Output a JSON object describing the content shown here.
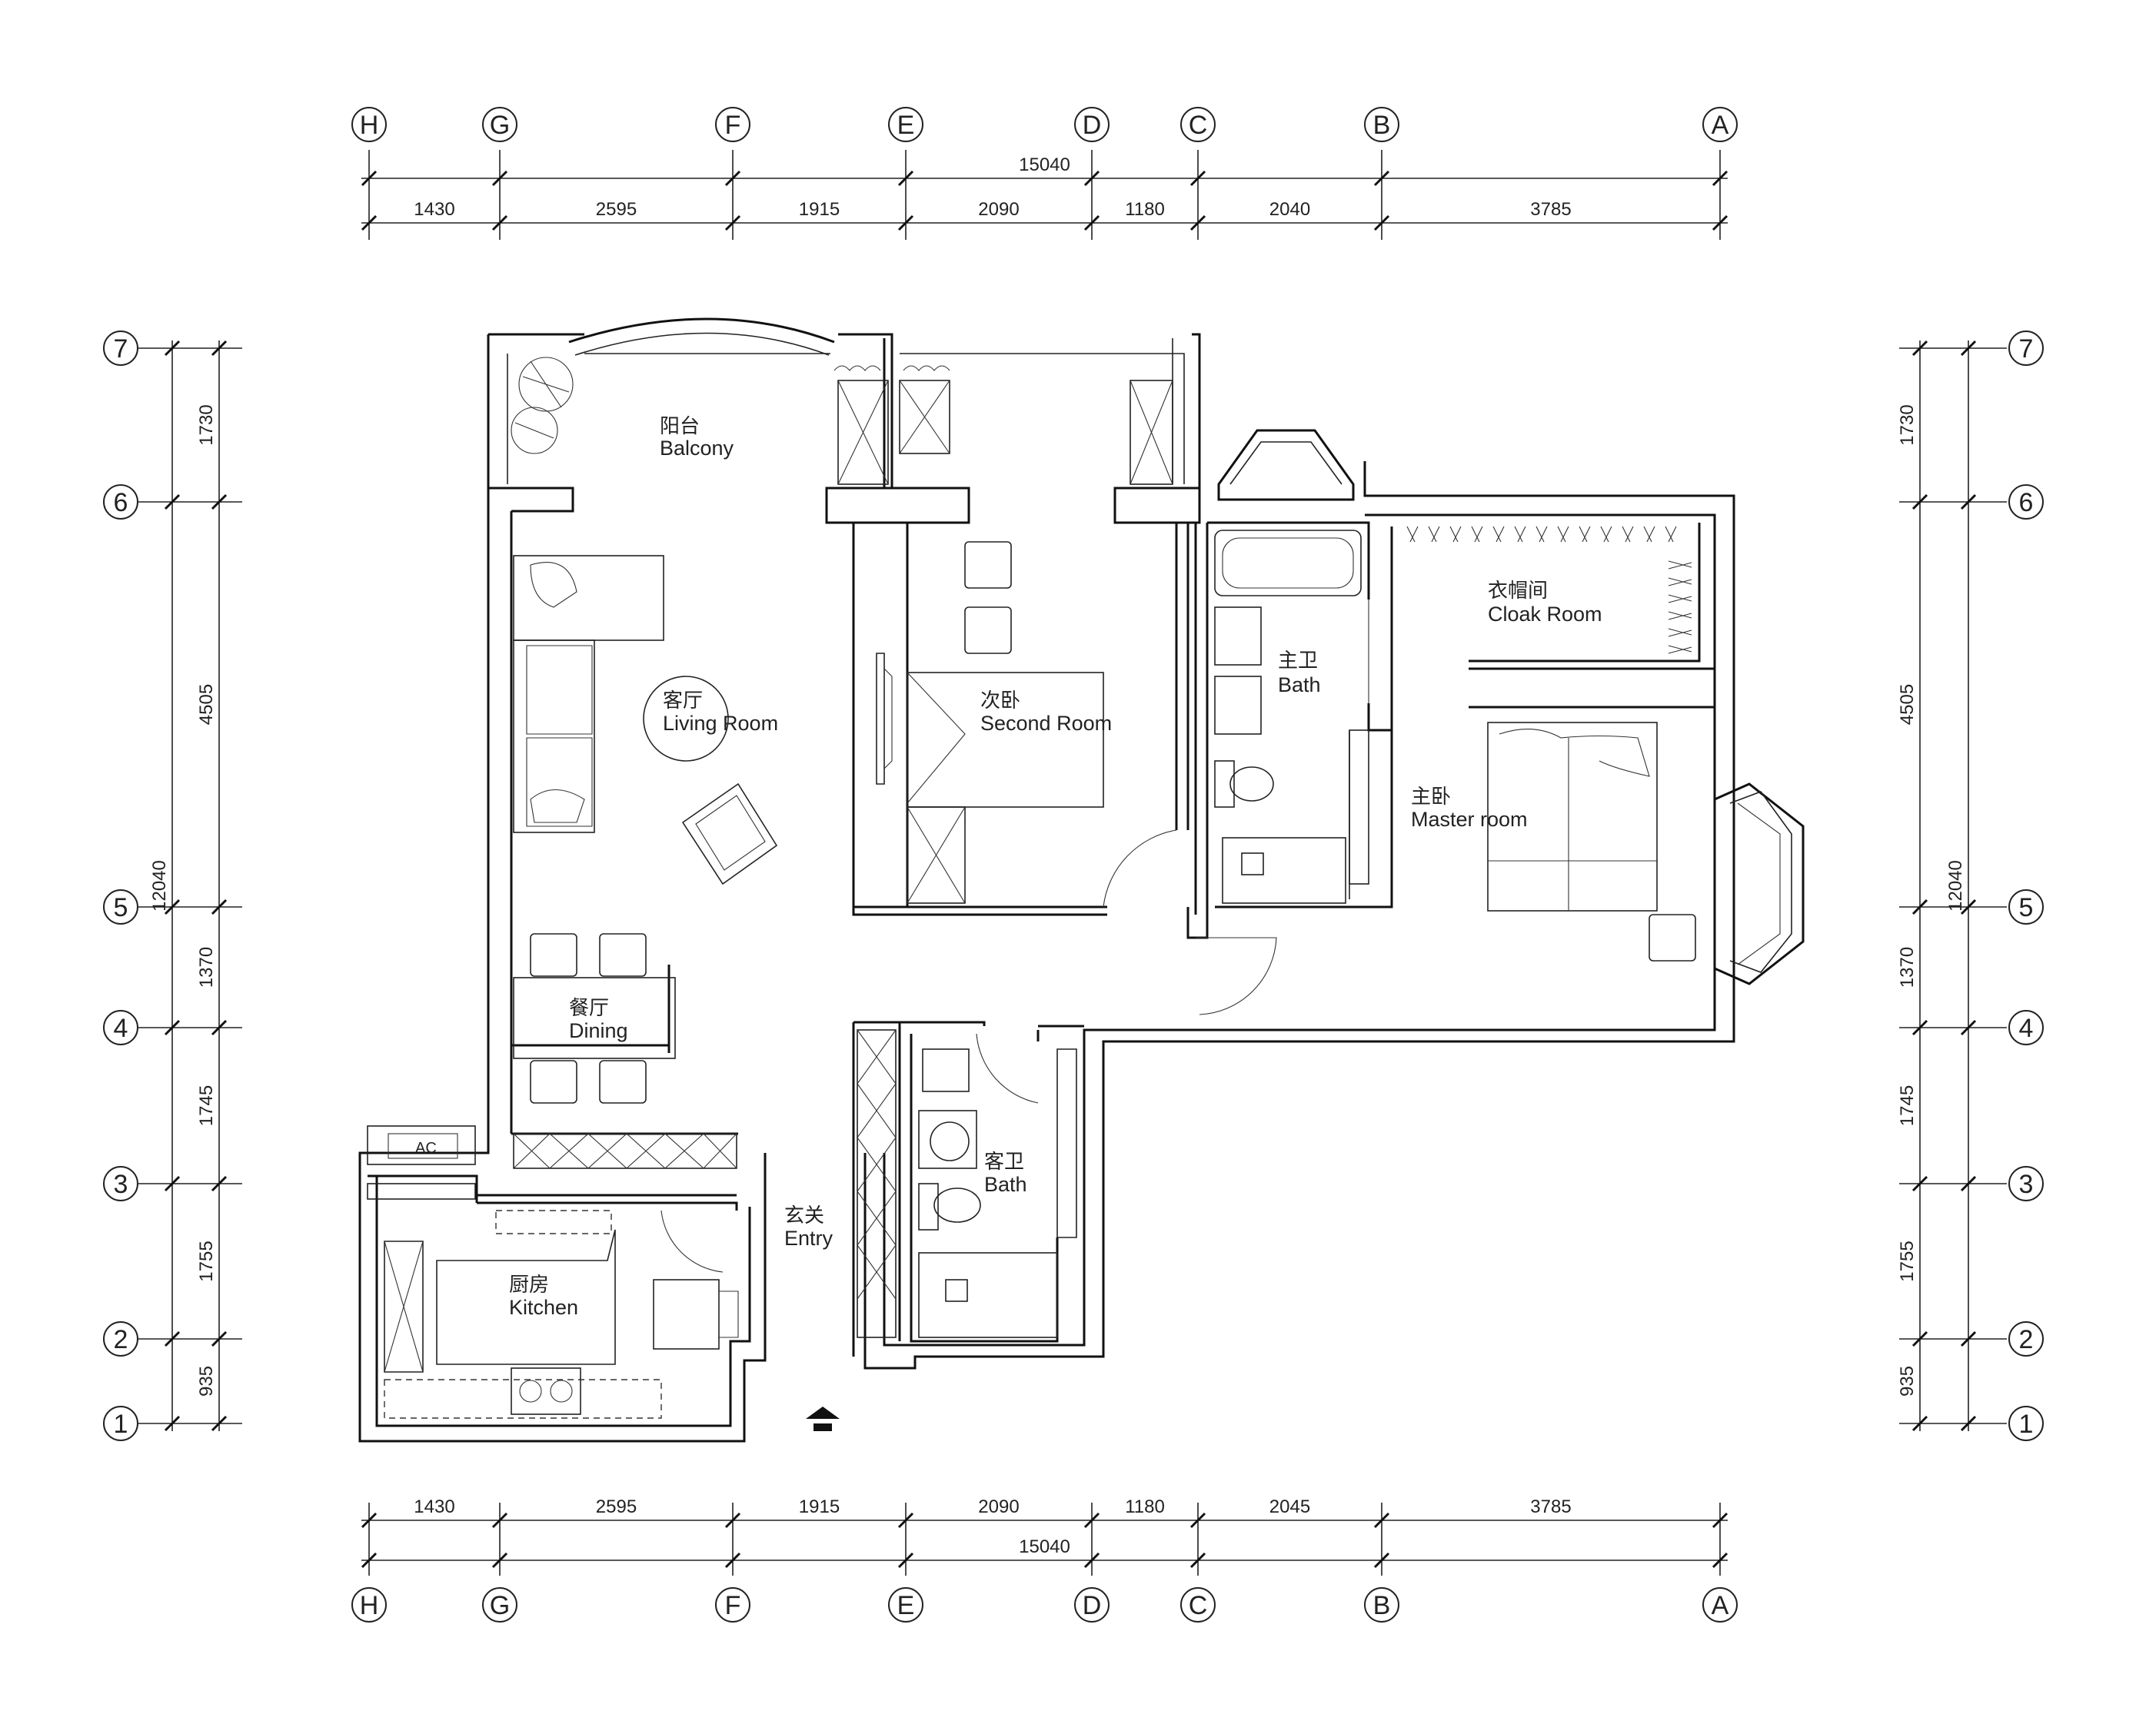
{
  "grid": {
    "columns": [
      "H",
      "G",
      "F",
      "E",
      "D",
      "C",
      "B",
      "A"
    ],
    "rows": [
      "1",
      "2",
      "3",
      "4",
      "5",
      "6",
      "7"
    ]
  },
  "dimensions": {
    "top_total": "15040",
    "top_segments": [
      "1430",
      "2595",
      "1915",
      "2090",
      "1180",
      "2040",
      "3785"
    ],
    "bottom_total": "15040",
    "bottom_segments": [
      "1430",
      "2595",
      "1915",
      "2090",
      "1180",
      "2045",
      "3785"
    ],
    "side_total": "12040",
    "side_segments": [
      "935",
      "1755",
      "1745",
      "1370",
      "4505",
      "1730"
    ]
  },
  "rooms": {
    "balcony": {
      "cn": "阳台",
      "en": "Balcony"
    },
    "living": {
      "cn": "客厅",
      "en": "Living Room"
    },
    "second": {
      "cn": "次卧",
      "en": "Second Room"
    },
    "master_bath": {
      "cn": "主卫",
      "en": "Bath"
    },
    "cloak": {
      "cn": "衣帽间",
      "en": "Cloak Room"
    },
    "master": {
      "cn": "主卧",
      "en": "Master room"
    },
    "dining": {
      "cn": "餐厅",
      "en": "Dining"
    },
    "guest_bath": {
      "cn": "客卫",
      "en": "Bath"
    },
    "entry": {
      "cn": "玄关",
      "en": "Entry"
    },
    "kitchen": {
      "cn": "厨房",
      "en": "Kitchen"
    }
  },
  "ac_label": "AC"
}
